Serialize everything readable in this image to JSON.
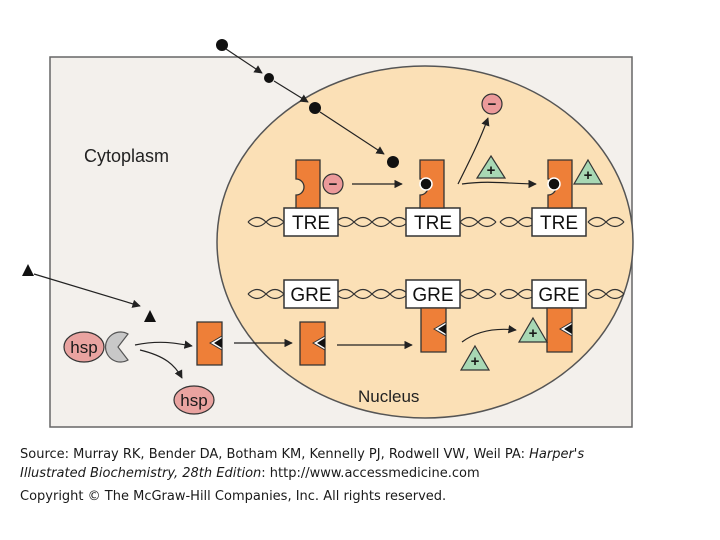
{
  "diagram": {
    "cytoplasm_label": "Cytoplasm",
    "nucleus_label": "Nucleus",
    "tre_label": "TRE",
    "gre_label": "GRE",
    "hsp_label": "hsp",
    "minus_sign": "−",
    "plus_sign": "+",
    "colors": {
      "cell_fill": "#f3f0ec",
      "nucleus_fill": "#fbe0b6",
      "receptor_orange": "#ee7f38",
      "plus_green": "#a8d8b4",
      "minus_pink": "#ec9a9a",
      "hsp_pink": "#e9a3a0"
    }
  },
  "caption": {
    "source_prefix": "Source: Murray RK, Bender DA, Botham KM, Kennelly PJ, Rodwell VW, Weil PA: ",
    "source_title_a": "Harper's",
    "source_title_b": "Illustrated Biochemistry, 28th Edition",
    "source_suffix": ": http://www.accessmedicine.com",
    "copyright": "Copyright © The McGraw-Hill Companies, Inc. All rights reserved."
  }
}
